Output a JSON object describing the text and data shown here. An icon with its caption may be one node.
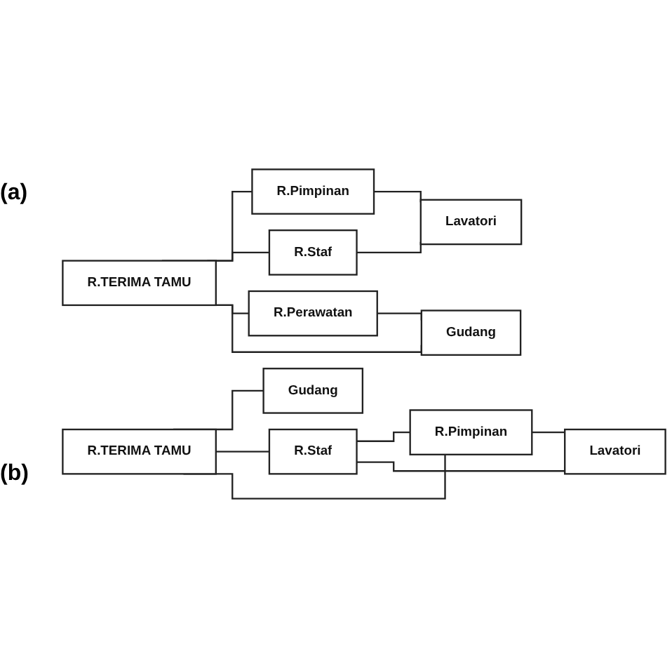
{
  "diagram": {
    "nodes": [
      {
        "text": [
          "R.TERIMA TAMU"
        ]
      },
      {
        "text": [
          "R.Staf"
        ]
      },
      {
        "text": [
          "R.Pimpinan"
        ]
      },
      {
        "text": [
          "Lavatori"
        ]
      },
      {
        "text": [
          "Gudang"
        ]
      },
      {
        "text": [
          "R.Pimpinan"
        ]
      },
      {
        "text": [
          "R.Staf"
        ]
      },
      {
        "text": [
          "Lavatori"
        ]
      },
      {
        "text": [
          "R.TERIMA TAMU"
        ]
      },
      {
        "text": [
          "R.Perawatan"
        ]
      },
      {
        "text": [
          "Gudang"
        ]
      }
    ],
    "edges": [
      {
        "from": 0,
        "to": 4,
        "arrow": "none"
      },
      {
        "from": 0,
        "to": 1,
        "arrow": "none"
      },
      {
        "from": 0,
        "to": 2,
        "arrow": "none"
      },
      {
        "from": 1,
        "to": 2,
        "arrow": "none"
      },
      {
        "from": 1,
        "to": 3,
        "arrow": "none"
      },
      {
        "from": 2,
        "to": 3,
        "arrow": "none"
      },
      {
        "from": 8,
        "to": 5,
        "arrow": "none"
      },
      {
        "from": 8,
        "to": 6,
        "arrow": "none"
      },
      {
        "from": 8,
        "to": 9,
        "arrow": "none"
      },
      {
        "from": 5,
        "to": 7,
        "arrow": "none"
      },
      {
        "from": 6,
        "to": 7,
        "arrow": "none"
      },
      {
        "from": 8,
        "to": 10,
        "arrow": "none"
      },
      {
        "from": 9,
        "to": 10,
        "arrow": "none"
      }
    ],
    "labels": [
      "(a)",
      "(b)"
    ]
  }
}
